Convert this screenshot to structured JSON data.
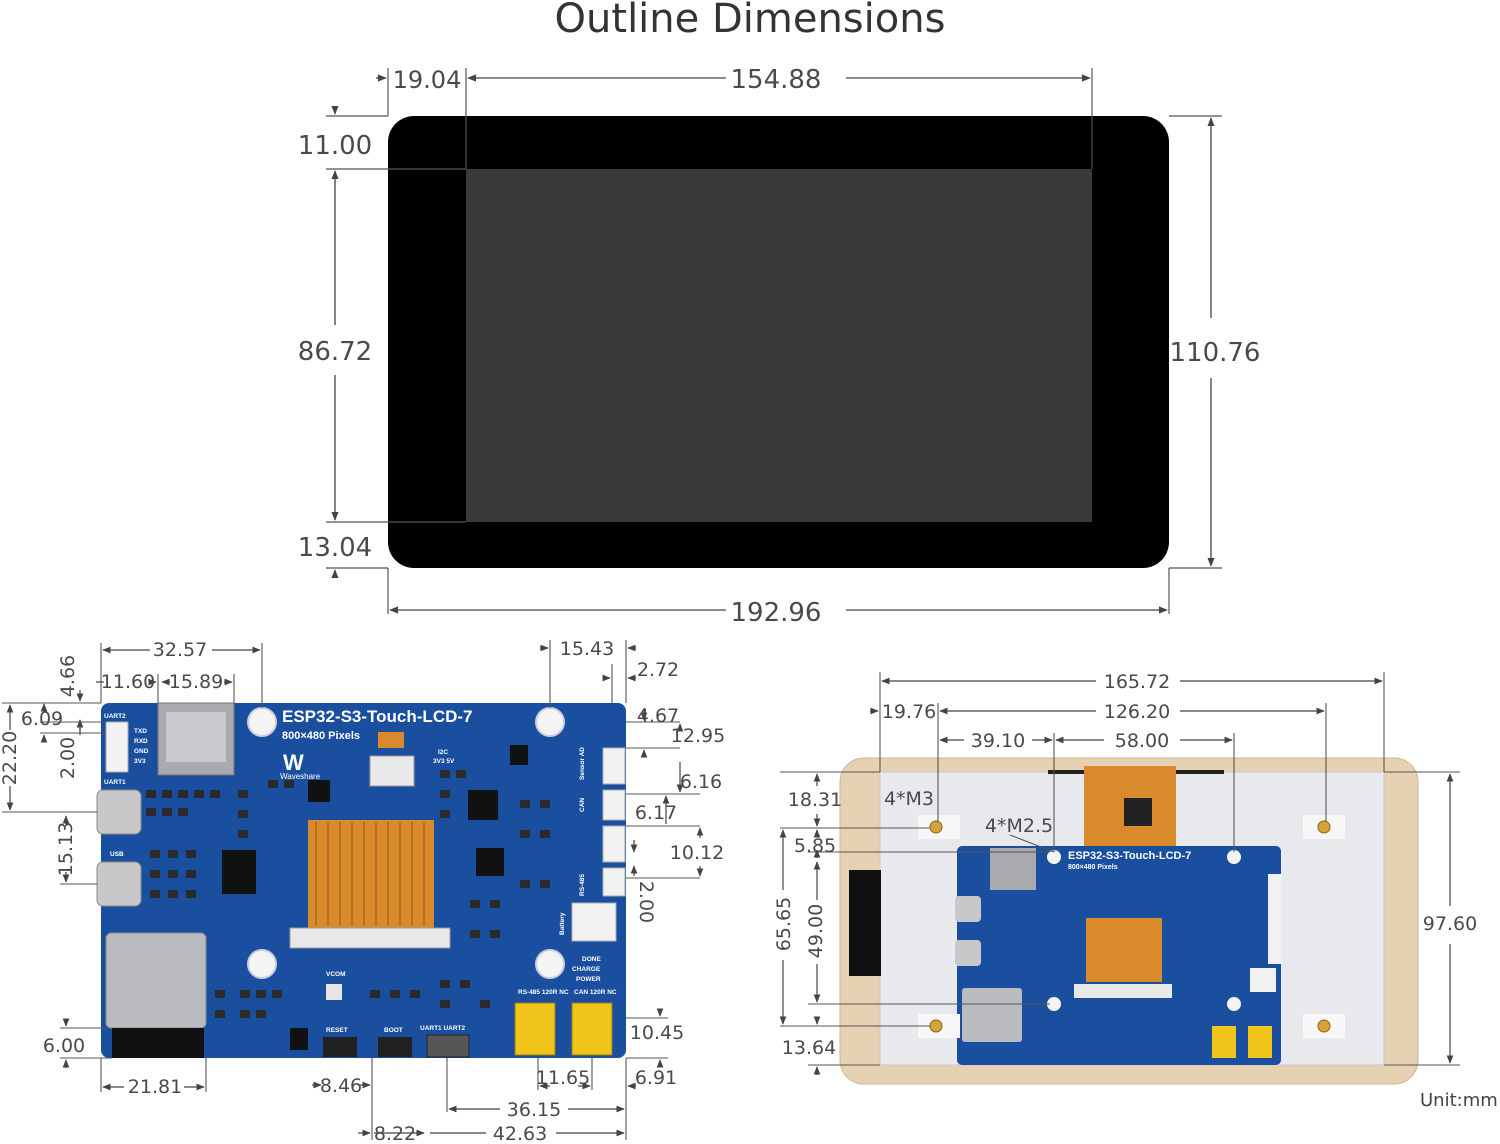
{
  "title": "Outline Dimensions",
  "unit": "Unit:mm",
  "front_view": {
    "width_bezel_left": "19.04",
    "width_screen": "154.88",
    "height_bezel_top": "11.00",
    "height_screen": "86.72",
    "height_bezel_bottom": "13.04",
    "height_total": "110.76",
    "width_total": "192.96"
  },
  "board_view": {
    "board_label": "ESP32-S3-Touch-LCD-7",
    "board_sublabel": "800×480 Pixels",
    "logo_text": "Waveshare",
    "silkscreen": {
      "uart2": "UART2",
      "txd": "TXD",
      "rxd": "RXD",
      "gnd": "GND",
      "v3": "3V3",
      "uart1": "UART1",
      "usb": "USB",
      "i2c": "I2C",
      "v33_5v": "3V3 5V",
      "sensor": "Sensor AD",
      "can": "CAN",
      "rs485": "RS-485",
      "battery": "Battery",
      "done": "DONE",
      "charge": "CHARGE",
      "power": "POWER",
      "rs485_120r": "RS-485 120R NC",
      "can_120r": "CAN 120R NC",
      "vcom": "VCOM",
      "reset": "RESET",
      "boot": "BOOT",
      "uart1_2": "UART1 UART2"
    },
    "dims": {
      "d32_57": "32.57",
      "d11_60": "11.60",
      "d15_89": "15.89",
      "d4_66": "4.66",
      "d6_09": "6.09",
      "d22_20": "22.20",
      "d2_00a": "2.00",
      "d15_13": "15.13",
      "d6_00": "6.00",
      "d21_81": "21.81",
      "d8_46": "8.46",
      "d8_22": "8.22",
      "d11_65": "11.65",
      "d36_15": "36.15",
      "d42_63": "42.63",
      "d6_91": "6.91",
      "d10_45": "10.45",
      "d15_43": "15.43",
      "d2_72": "2.72",
      "d4_67": "4.67",
      "d12_95": "12.95",
      "d6_16": "6.16",
      "d6_17": "6.17",
      "d10_12": "10.12",
      "d2_00b": "2.00"
    }
  },
  "back_view": {
    "board_label": "ESP32-S3-Touch-LCD-7",
    "board_sublabel": "800×480 Pixels",
    "m3": "4*M3",
    "m25": "4*M2.5",
    "dims": {
      "d165_72": "165.72",
      "d19_76": "19.76",
      "d126_20": "126.20",
      "d39_10": "39.10",
      "d58_00": "58.00",
      "d18_31": "18.31",
      "d5_85": "5.85",
      "d65_65": "65.65",
      "d49_00": "49.00",
      "d13_64": "13.64",
      "d97_60": "97.60"
    }
  },
  "colors": {
    "pcb": "#1a4e9e",
    "fpc": "#d98a2b",
    "bezel": "#000000",
    "panel": "#3a3a3a",
    "backplate": "#e8e9ec",
    "frame": "#e6d2b2"
  }
}
